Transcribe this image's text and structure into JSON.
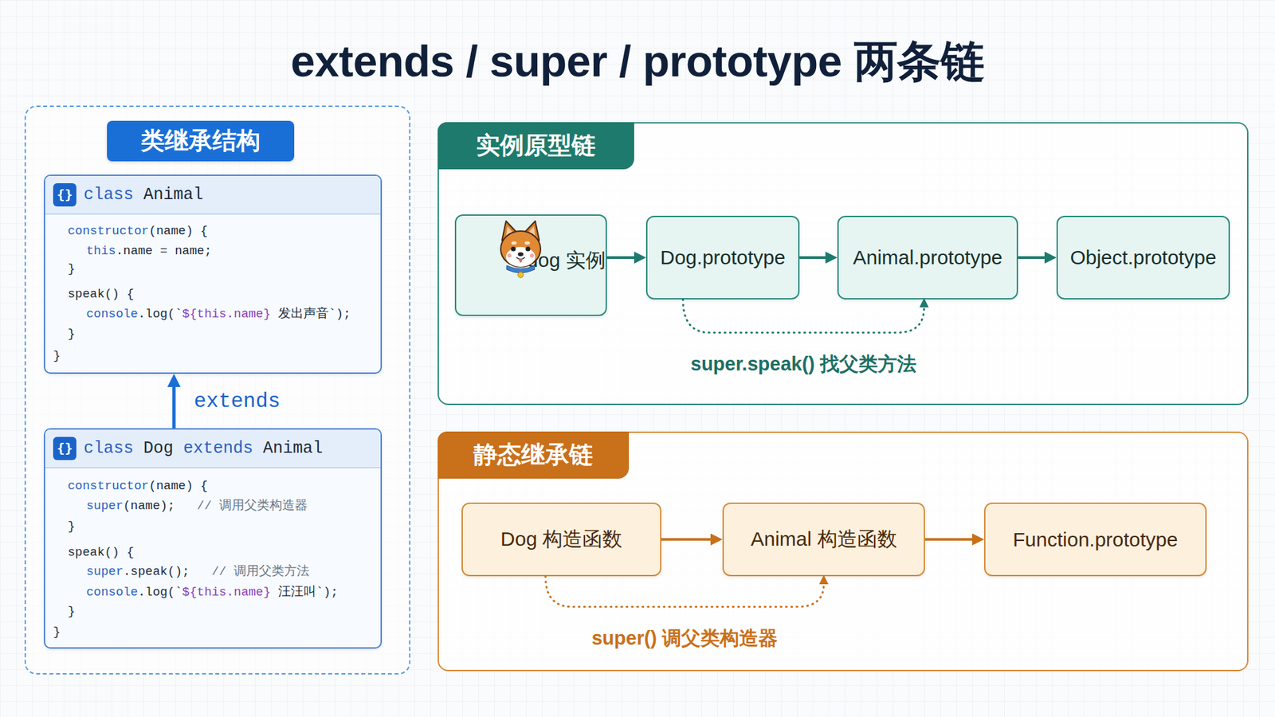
{
  "diagram": {
    "title": "extends / super / prototype 两条链",
    "nodes": [
      {
        "text": [
          "类继承结构"
        ]
      },
      {
        "text": [
          "{}",
          "class Animal",
          "constructor(name) {",
          "this.name = name;",
          "}",
          "speak() {",
          "console.log(`${this.name} 发出声音`);",
          "}",
          "}"
        ],
        "in": 0
      },
      {
        "text": [
          "{}",
          "class Dog extends Animal",
          "constructor(name) {",
          "super(name);   // 调用父类构造器",
          "}",
          "speak() {",
          "super.speak();   // 调用父类方法",
          "console.log(`${this.name} 汪汪叫`);",
          "}",
          "}"
        ],
        "in": 0
      },
      {
        "text": [
          "实例原型链"
        ]
      },
      {
        "text": [
          "dog 实例"
        ],
        "in": 3
      },
      {
        "text": [
          "Dog.prototype"
        ],
        "in": 3
      },
      {
        "text": [
          "Animal.prototype"
        ],
        "in": 3
      },
      {
        "text": [
          "Object.prototype"
        ],
        "in": 3
      },
      {
        "text": [
          "静态继承链"
        ]
      },
      {
        "text": [
          "Dog 构造函数"
        ],
        "in": 8
      },
      {
        "text": [
          "Animal 构造函数"
        ],
        "in": 8
      },
      {
        "text": [
          "Function.prototype"
        ],
        "in": 8
      }
    ],
    "edges": [
      {
        "from": 2,
        "to": 1,
        "arrow": "to",
        "label": "extends"
      },
      {
        "from": 4,
        "to": 5,
        "arrow": "to"
      },
      {
        "from": 5,
        "to": 6,
        "arrow": "to"
      },
      {
        "from": 6,
        "to": 7,
        "arrow": "to"
      },
      {
        "from": 5,
        "to": 6,
        "arrow": "to",
        "label": "super.speak() 找父类方法"
      },
      {
        "from": 9,
        "to": 10,
        "arrow": "to"
      },
      {
        "from": 10,
        "to": 11,
        "arrow": "to"
      },
      {
        "from": 9,
        "to": 10,
        "arrow": "to",
        "label": "super() 调父类构造器"
      }
    ]
  }
}
